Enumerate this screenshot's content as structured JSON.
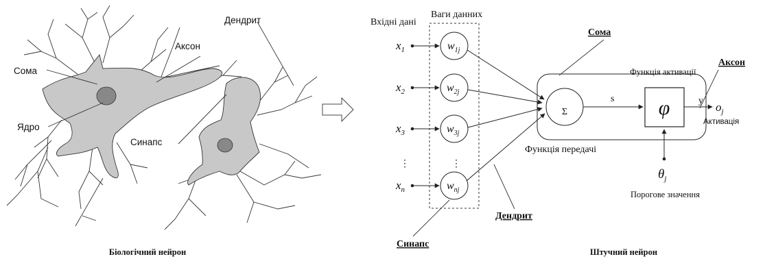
{
  "captions": {
    "biological": "Біологічний нейрон",
    "artificial": "Штучний нейрон"
  },
  "bio_labels": {
    "soma": "Сома",
    "axon": "Аксон",
    "dendrite": "Дендрит",
    "nucleus": "Ядро",
    "synapse": "Синапс"
  },
  "art_labels": {
    "inputs_header": "Вхідні дані",
    "weights_header": "Ваги данних",
    "soma": "Сома",
    "axon": "Аксон",
    "activation_function": "Функція активації",
    "sum_symbol": "Σ",
    "phi_symbol": "φ",
    "s_label": "s",
    "y_label": "y",
    "output_label": "o",
    "output_sub": "j",
    "activation": "Активація",
    "transfer_function": "Функція передачі",
    "threshold_symbol": "θ",
    "threshold_sub": "j",
    "threshold": "Порогове значення",
    "dendrite": "Дендрит",
    "synapse": "Синапс",
    "dots": "⋮"
  },
  "inputs": [
    {
      "x": "x",
      "xsub": "1",
      "w": "w",
      "wsub": "1j"
    },
    {
      "x": "x",
      "xsub": "2",
      "w": "w",
      "wsub": "2j"
    },
    {
      "x": "x",
      "xsub": "3",
      "w": "w",
      "wsub": "3j"
    },
    {
      "x": "x",
      "xsub": "n",
      "w": "w",
      "wsub": "nj"
    }
  ],
  "arrow_colors": {
    "fill": "#ffffff",
    "stroke": "#444444"
  },
  "neuron_colors": {
    "cell": "#c8c8c8",
    "nucleus": "#888888"
  }
}
